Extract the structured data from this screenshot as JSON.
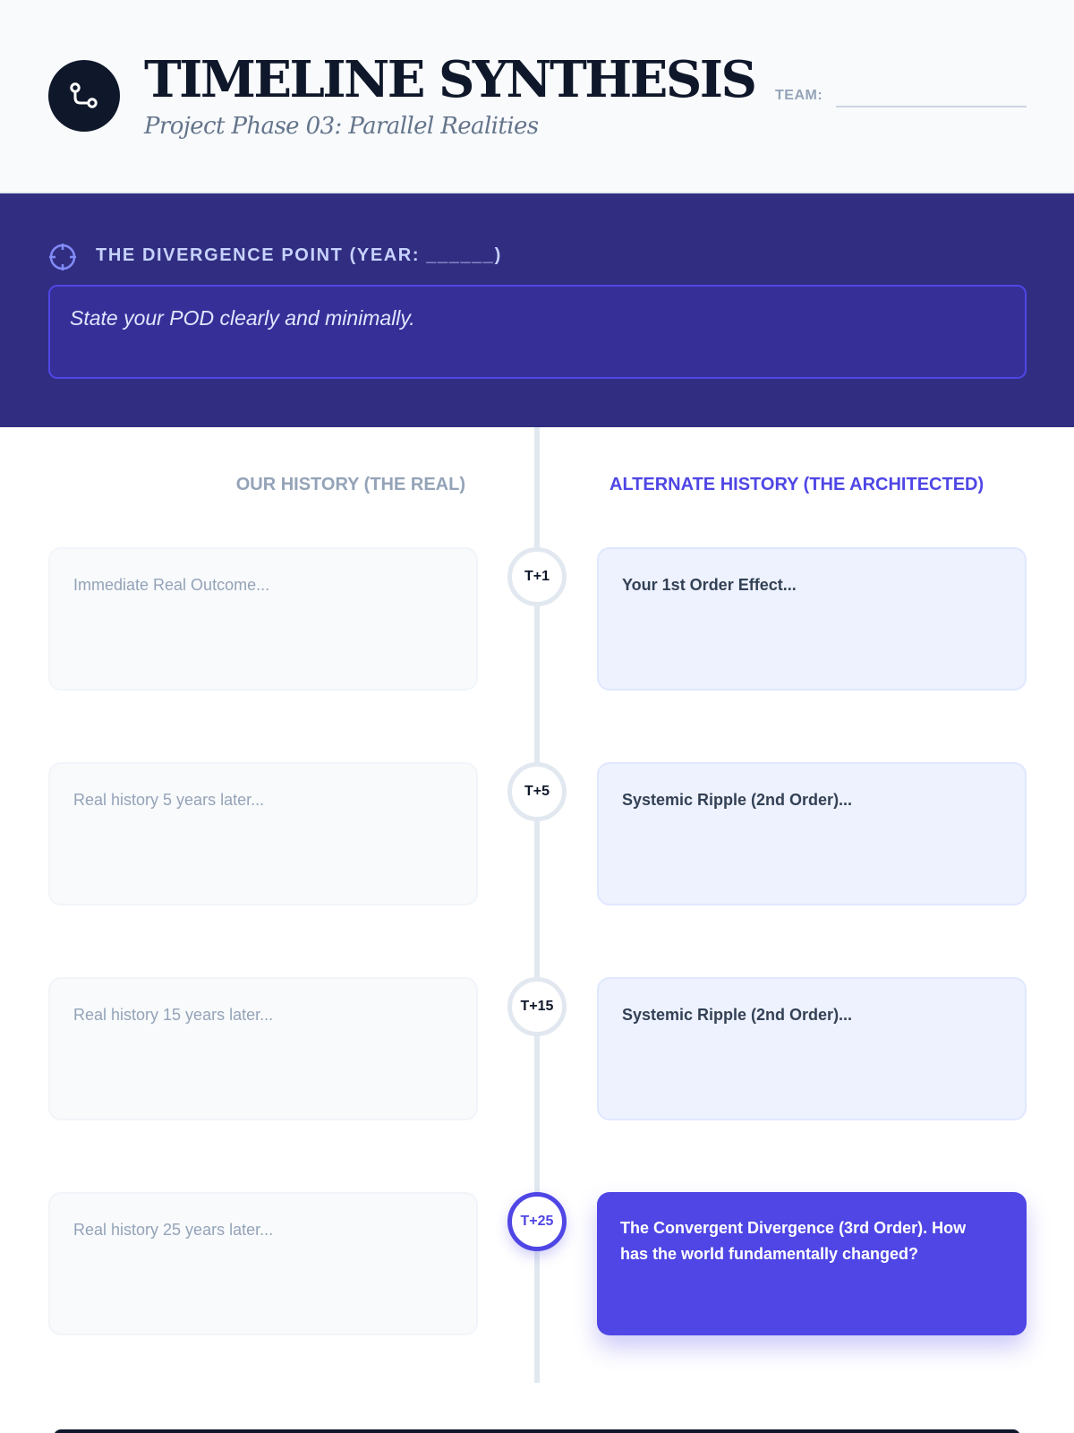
{
  "header": {
    "logo_icon": "branch-icon",
    "title": "TIMELINE SYNTHESIS",
    "subtitle": "Project Phase 03: Parallel Realities",
    "team_label": "TEAM:",
    "team_value": ""
  },
  "divergence": {
    "icon": "crosshair-icon",
    "label": "THE DIVERGENCE POINT (YEAR: ______)",
    "placeholder": "State your POD clearly and minimally."
  },
  "columns": {
    "real": "OUR HISTORY (THE REAL)",
    "alternate": "ALTERNATE HISTORY (THE ARCHITECTED)"
  },
  "rows": [
    {
      "marker": "T+1",
      "real": "Immediate Real Outcome...",
      "alt": "Your 1st Order Effect..."
    },
    {
      "marker": "T+5",
      "real": "Real history 5 years later...",
      "alt": "Systemic Ripple (2nd Order)..."
    },
    {
      "marker": "T+15",
      "real": "Real history 15 years later...",
      "alt": "Systemic Ripple (2nd Order)..."
    },
    {
      "marker": "T+25",
      "real": "Real history 25 years later...",
      "alt": "The Convergent Divergence (3rd Order). How has the world fundamentally changed?"
    }
  ],
  "colors": {
    "ink": "#0f172a",
    "band": "#312e81",
    "accent": "#4f46e5",
    "muted": "#94a3b8"
  }
}
